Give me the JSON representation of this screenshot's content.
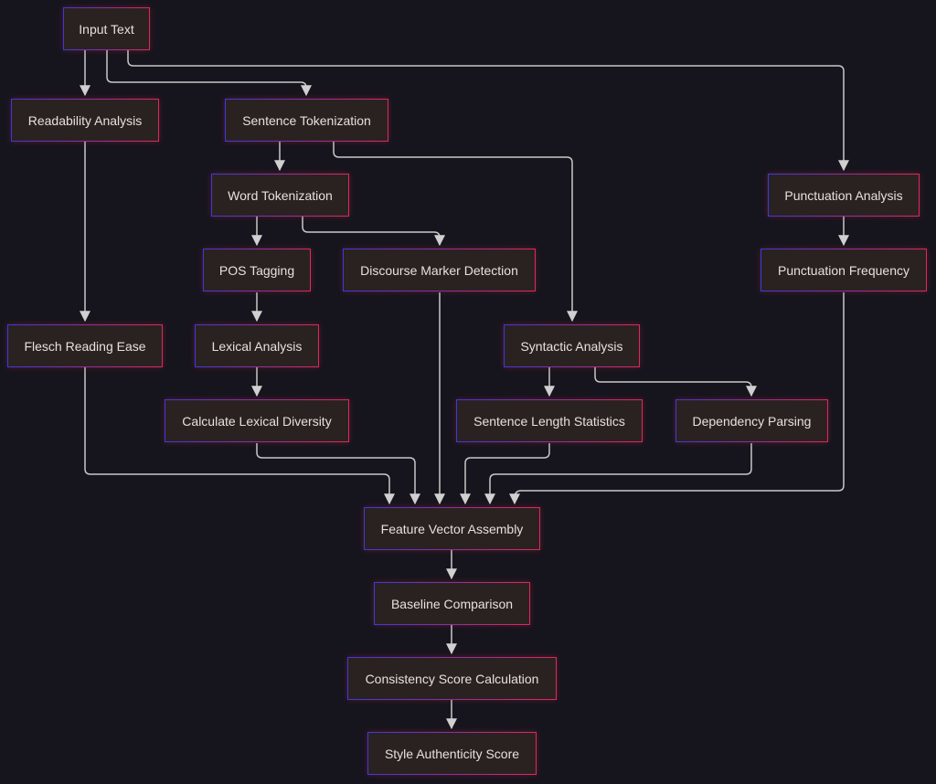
{
  "diagram": {
    "type": "flowchart",
    "colors": {
      "background": "#16151d",
      "node_fill": "#2a2221",
      "border_start": "#3a3ae0",
      "border_end": "#e0285a",
      "edge": "#cccccc",
      "text": "#e6e1dc"
    },
    "nodes": [
      {
        "id": "input",
        "label": "Input Text"
      },
      {
        "id": "readability",
        "label": "Readability Analysis"
      },
      {
        "id": "sentTok",
        "label": "Sentence Tokenization"
      },
      {
        "id": "wordTok",
        "label": "Word Tokenization"
      },
      {
        "id": "punct",
        "label": "Punctuation Analysis"
      },
      {
        "id": "pos",
        "label": "POS Tagging"
      },
      {
        "id": "discourse",
        "label": "Discourse Marker Detection"
      },
      {
        "id": "punctFreq",
        "label": "Punctuation Frequency"
      },
      {
        "id": "flesch",
        "label": "Flesch Reading Ease"
      },
      {
        "id": "lexical",
        "label": "Lexical Analysis"
      },
      {
        "id": "syntactic",
        "label": "Syntactic Analysis"
      },
      {
        "id": "lexDiv",
        "label": "Calculate Lexical Diversity"
      },
      {
        "id": "sentLen",
        "label": "Sentence Length Statistics"
      },
      {
        "id": "depParse",
        "label": "Dependency Parsing"
      },
      {
        "id": "feature",
        "label": "Feature Vector Assembly"
      },
      {
        "id": "baseline",
        "label": "Baseline Comparison"
      },
      {
        "id": "consistency",
        "label": "Consistency Score Calculation"
      },
      {
        "id": "style",
        "label": "Style Authenticity Score"
      }
    ],
    "edges": [
      [
        "input",
        "readability"
      ],
      [
        "input",
        "sentTok"
      ],
      [
        "input",
        "punct"
      ],
      [
        "sentTok",
        "wordTok"
      ],
      [
        "sentTok",
        "syntactic"
      ],
      [
        "wordTok",
        "pos"
      ],
      [
        "wordTok",
        "discourse"
      ],
      [
        "punct",
        "punctFreq"
      ],
      [
        "readability",
        "flesch"
      ],
      [
        "pos",
        "lexical"
      ],
      [
        "lexical",
        "lexDiv"
      ],
      [
        "syntactic",
        "sentLen"
      ],
      [
        "syntactic",
        "depParse"
      ],
      [
        "flesch",
        "feature"
      ],
      [
        "lexDiv",
        "feature"
      ],
      [
        "discourse",
        "feature"
      ],
      [
        "sentLen",
        "feature"
      ],
      [
        "depParse",
        "feature"
      ],
      [
        "punctFreq",
        "feature"
      ],
      [
        "feature",
        "baseline"
      ],
      [
        "baseline",
        "consistency"
      ],
      [
        "consistency",
        "style"
      ]
    ]
  }
}
